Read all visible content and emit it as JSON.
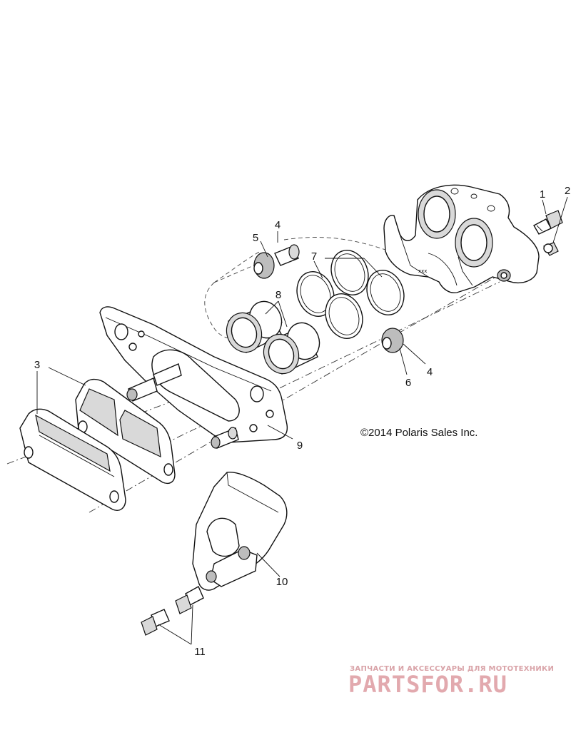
{
  "diagram": {
    "callouts": [
      {
        "id": "c1",
        "text": "1"
      },
      {
        "id": "c2",
        "text": "2"
      },
      {
        "id": "c3",
        "text": "3"
      },
      {
        "id": "c4a",
        "text": "4"
      },
      {
        "id": "c4b",
        "text": "4"
      },
      {
        "id": "c5",
        "text": "5"
      },
      {
        "id": "c6",
        "text": "6"
      },
      {
        "id": "c7",
        "text": "7"
      },
      {
        "id": "c8",
        "text": "8"
      },
      {
        "id": "c9",
        "text": "9"
      },
      {
        "id": "c10",
        "text": "10"
      },
      {
        "id": "c11",
        "text": "11"
      }
    ],
    "caliper_marking": "xxx",
    "copyright": "©2014 Polaris Sales Inc."
  },
  "watermark": {
    "tagline": "ЗАПЧАСТИ И АКСЕССУАРЫ ДЛЯ МОТОТЕХНИКИ",
    "brand": "PARTSFOR.RU"
  }
}
